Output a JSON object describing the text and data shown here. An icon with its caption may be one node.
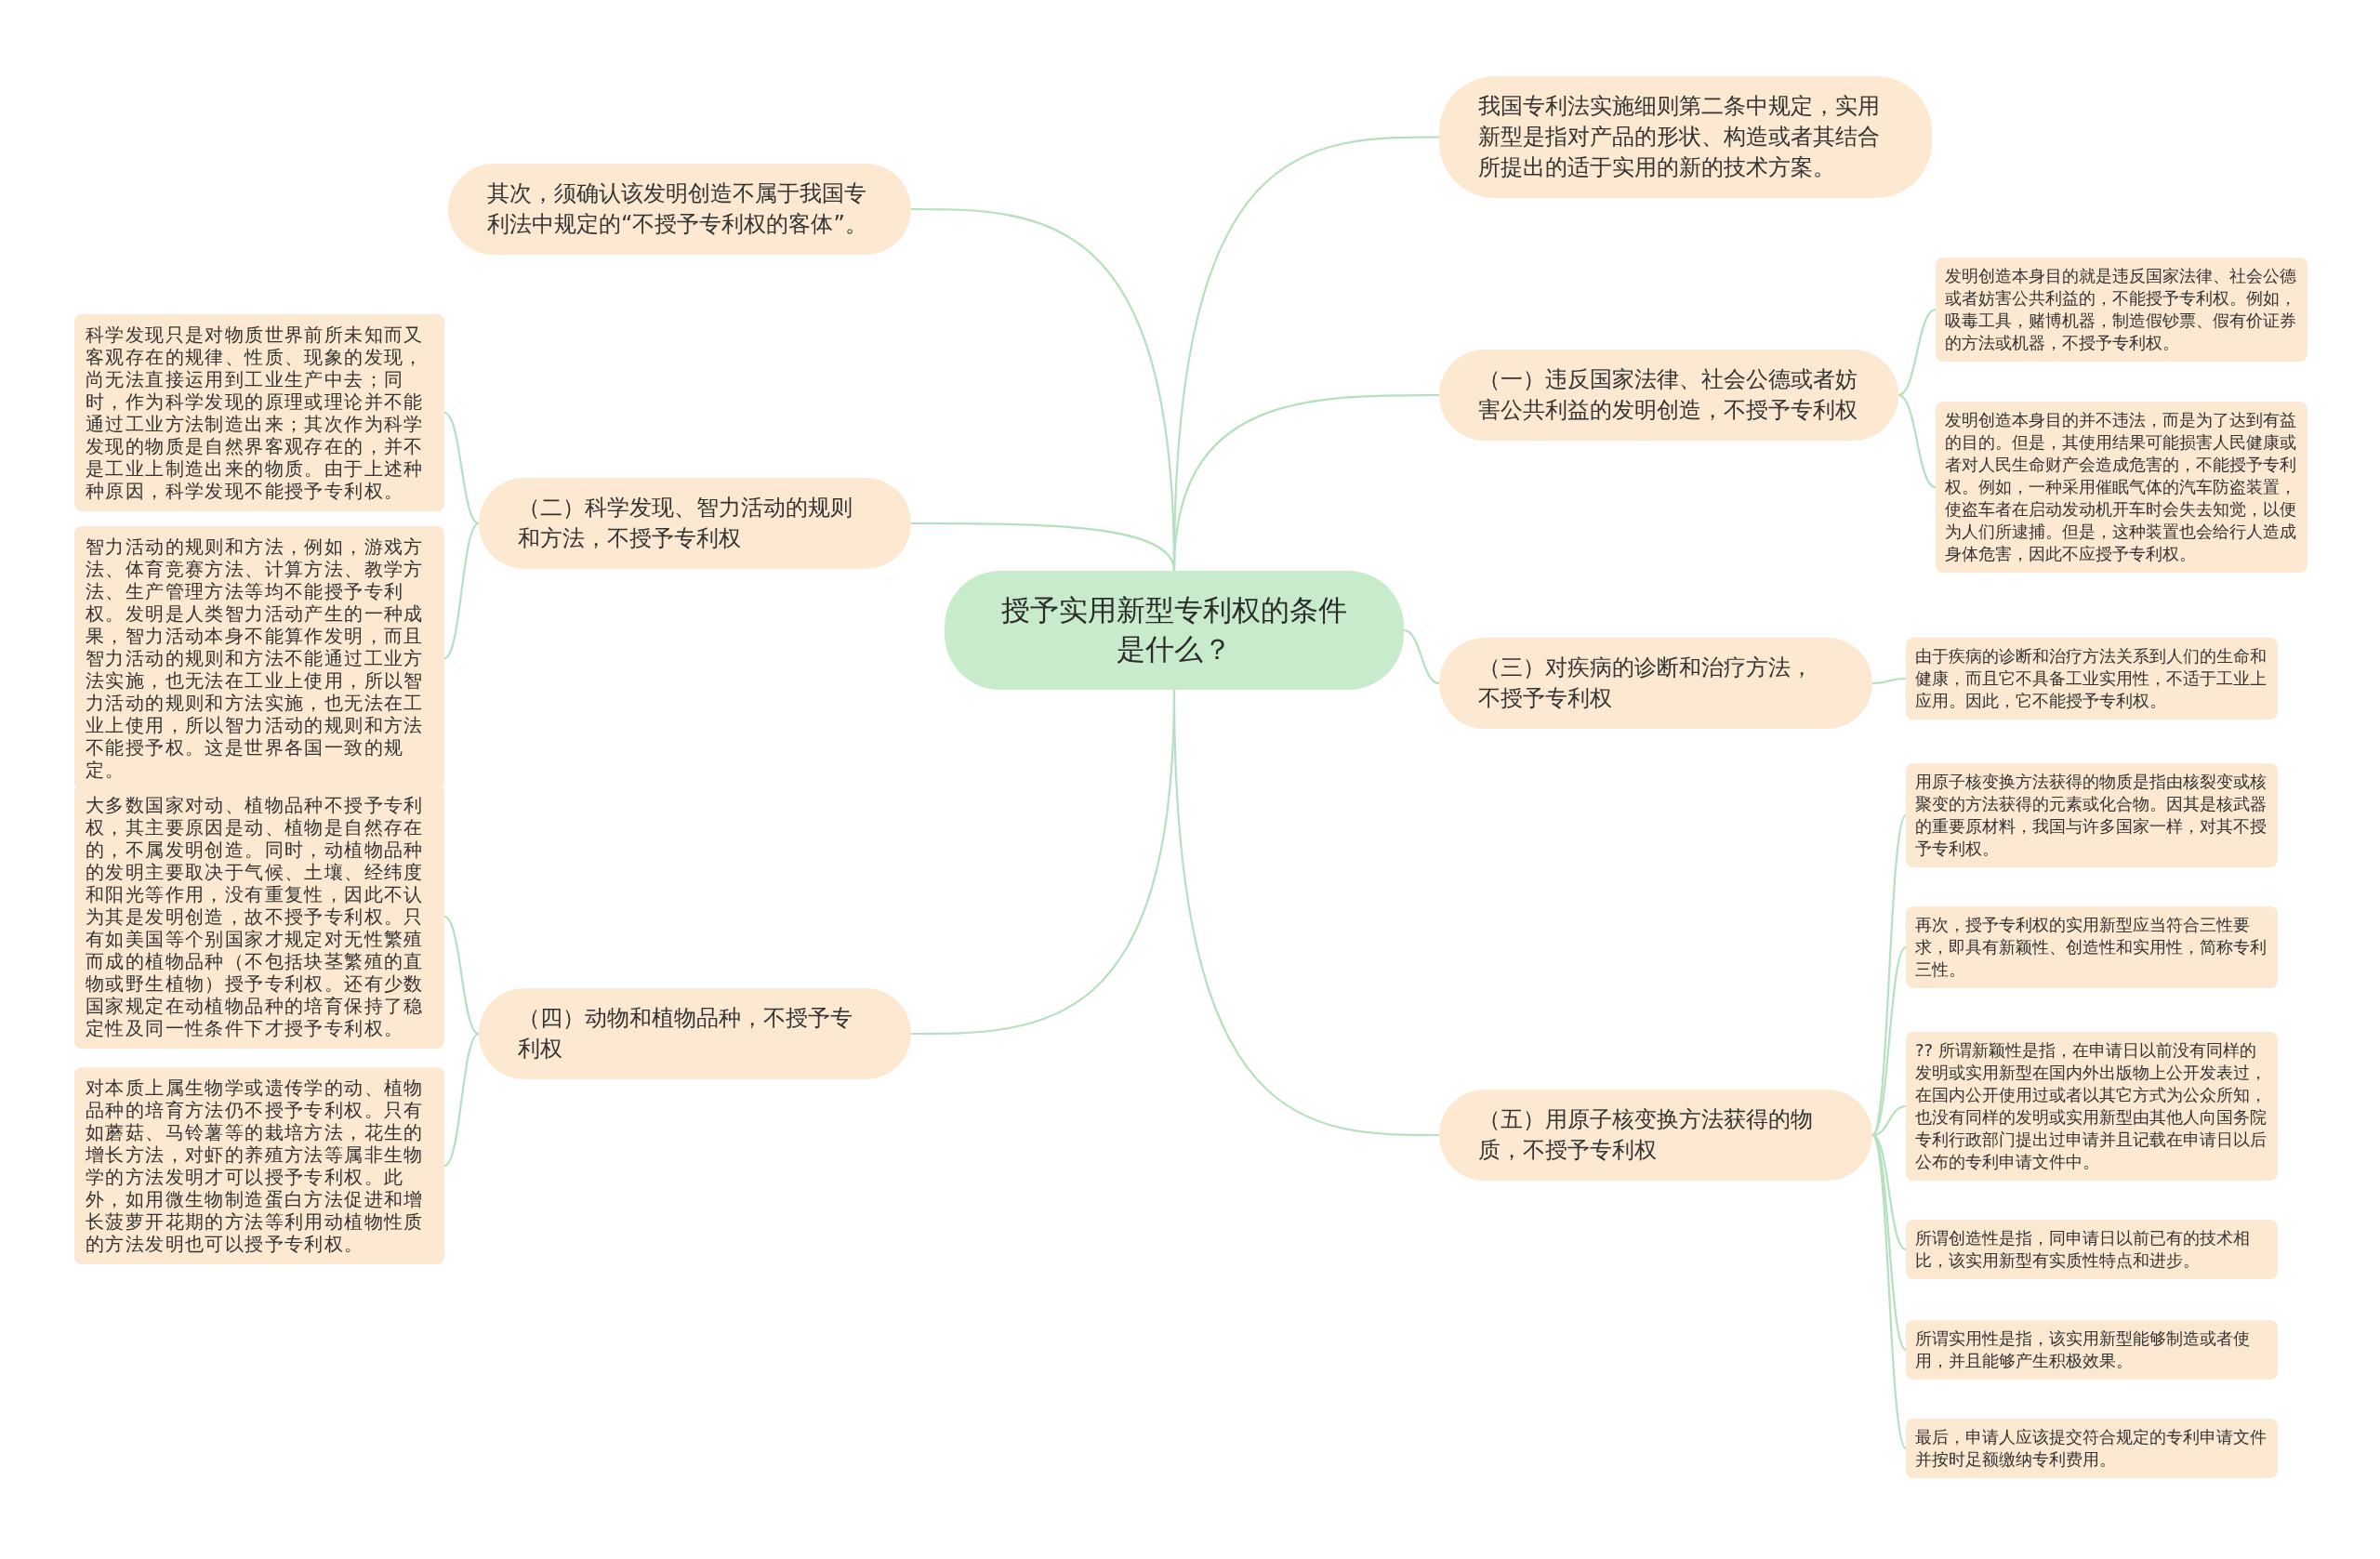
{
  "diagram": {
    "nodes": [
      {
        "text": [
          "授予实用新型专利权的条件是什么？"
        ]
      },
      {
        "text": [
          "我国专利法实施细则第二条中规定，实用新型是指对产品的形状、构造或者其结合所提出的适于实用的新的技术方案。"
        ]
      },
      {
        "text": [
          "（一）违反国家法律、社会公德或者妨害公共利益的发明创造，不授予专利权"
        ]
      },
      {
        "text": [
          "发明创造本身目的就是违反国家法律、社会公德或者妨害公共利益的，不能授予专利权。例如，吸毒工具，赌博机器，制造假钞票、假有价证券的方法或机器，不授予专利权。"
        ]
      },
      {
        "text": [
          "发明创造本身目的并不违法，而是为了达到有益的目的。但是，其使用结果可能损害人民健康或者对人民生命财产会造成危害的，不能授予专利权。例如，一种采用催眠气体的汽车防盗装置，使盗车者在启动发动机开车时会失去知觉，以便为人们所逮捕。但是，这种装置也会给行人造成身体危害，因此不应授予专利权。"
        ]
      },
      {
        "text": [
          "（三）对疾病的诊断和治疗方法，不授予专利权"
        ]
      },
      {
        "text": [
          "由于疾病的诊断和治疗方法关系到人们的生命和健康，而且它不具备工业实用性，不适于工业上应用。因此，它不能授予专利权。"
        ]
      },
      {
        "text": [
          "（五）用原子核变换方法获得的物质，不授予专利权"
        ]
      },
      {
        "text": [
          "用原子核变换方法获得的物质是指由核裂变或核聚变的方法获得的元素或化合物。因其是核武器的重要原材料，我国与许多国家一样，对其不授予专利权。"
        ]
      },
      {
        "text": [
          "再次，授予专利权的实用新型应当符合三性要求，即具有新颖性、创造性和实用性，简称专利三性。"
        ]
      },
      {
        "text": [
          "?? 所谓新颖性是指，在申请日以前没有同样的发明或实用新型在国内外出版物上公开发表过，在国内公开使用过或者以其它方式为公众所知，也没有同样的发明或实用新型由其他人向国务院专利行政部门提出过申请并且记载在申请日以后公布的专利申请文件中。"
        ]
      },
      {
        "text": [
          "所谓创造性是指，同申请日以前已有的技术相比，该实用新型有实质性特点和进步。"
        ]
      },
      {
        "text": [
          "所谓实用性是指，该实用新型能够制造或者使用，并且能够产生积极效果。"
        ]
      },
      {
        "text": [
          "最后，申请人应该提交符合规定的专利申请文件并按时足额缴纳专利费用。"
        ]
      },
      {
        "text": [
          "其次，须确认该发明创造不属于我国专利法中规定的“不授予专利权的客体”。"
        ]
      },
      {
        "text": [
          "（二）科学发现、智力活动的规则和方法，不授予专利权"
        ]
      },
      {
        "text": [
          "科学发现只是对物质世界前所未知而又客观存在的规律、性质、现象的发现，尚无法直接运用到工业生产中去；同时，作为科学发现的原理或理论并不能通过工业方法制造出来；其次作为科学发现的物质是自然界客观存在的，并不是工业上制造出来的物质。由于上述种种原因，科学发现不能授予专利权。"
        ]
      },
      {
        "text": [
          "智力活动的规则和方法，例如，游戏方法、体育竞赛方法、计算方法、教学方法、生产管理方法等均不能授予专利权。发明是人类智力活动产生的一种成果，智力活动本身不能算作发明，而且智力活动的规则和方法不能通过工业方法实施，也无法在工业上使用，所以智力活动的规则和方法实施，也无法在工业上使用，所以智力活动的规则和方法不能授予权。这是世界各国一致的规定。"
        ]
      },
      {
        "text": [
          "（四）动物和植物品种，不授予专利权"
        ]
      },
      {
        "text": [
          "大多数国家对动、植物品种不授予专利权，其主要原因是动、植物是自然存在的，不属发明创造。同时，动植物品种的发明主要取决于气候、土壤、经纬度和阳光等作用，没有重复性，因此不认为其是发明创造，故不授予专利权。只有如美国等个别国家才规定对无性繁殖而成的植物品种（不包括块茎繁殖的直物或野生植物）授予专利权。还有少数国家规定在动植物品种的培育保持了稳定性及同一性条件下才授予专利权。"
        ]
      },
      {
        "text": [
          "对本质上属生物学或遗传学的动、植物品种的培育方法仍不授予专利权。只有如蘑菇、马铃薯等的栽培方法，花生的增长方法，对虾的养殖方法等属非生物学的方法发明才可以授予专利权。此外，如用微生物制造蛋白方法促进和增长菠萝开花期的方法等利用动植物性质的方法发明也可以授予专利权。"
        ]
      }
    ],
    "edges": [
      {
        "from": 0,
        "to": 1,
        "arrow": "none"
      },
      {
        "from": 0,
        "to": 2,
        "arrow": "none"
      },
      {
        "from": 2,
        "to": 3,
        "arrow": "none"
      },
      {
        "from": 2,
        "to": 4,
        "arrow": "none"
      },
      {
        "from": 0,
        "to": 5,
        "arrow": "none"
      },
      {
        "from": 5,
        "to": 6,
        "arrow": "none"
      },
      {
        "from": 0,
        "to": 7,
        "arrow": "none"
      },
      {
        "from": 7,
        "to": 8,
        "arrow": "none"
      },
      {
        "from": 7,
        "to": 9,
        "arrow": "none"
      },
      {
        "from": 7,
        "to": 10,
        "arrow": "none"
      },
      {
        "from": 7,
        "to": 11,
        "arrow": "none"
      },
      {
        "from": 7,
        "to": 12,
        "arrow": "none"
      },
      {
        "from": 7,
        "to": 13,
        "arrow": "none"
      },
      {
        "from": 0,
        "to": 14,
        "arrow": "none"
      },
      {
        "from": 0,
        "to": 15,
        "arrow": "none"
      },
      {
        "from": 15,
        "to": 16,
        "arrow": "none"
      },
      {
        "from": 15,
        "to": 17,
        "arrow": "none"
      },
      {
        "from": 0,
        "to": 18,
        "arrow": "none"
      },
      {
        "from": 18,
        "to": 19,
        "arrow": "none"
      },
      {
        "from": 18,
        "to": 20,
        "arrow": "none"
      }
    ]
  }
}
